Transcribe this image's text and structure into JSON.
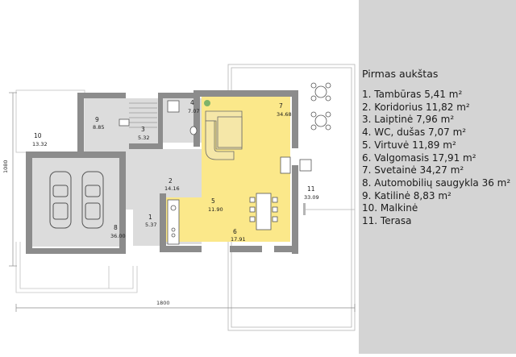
{
  "legend": {
    "title": "Pirmas aukštas",
    "items": [
      "1. Tambūras 5,41 m²",
      "2. Koridorius 11,82 m²",
      "3. Laiptinė 7,96 m²",
      "4. WC, dušas 7,07 m²",
      "5. Virtuvė 11,89 m²",
      "6. Valgomasis 17,91 m²",
      "7. Svetainė 34,27 m²",
      "8. Automobilių saugykla 36 m²",
      "9. Katilinė 8,83 m²",
      "10. Malkinė",
      "11. Terasa"
    ]
  },
  "plan": {
    "rooms": [
      {
        "num": "1",
        "area": "5.37"
      },
      {
        "num": "2",
        "area": "14.16"
      },
      {
        "num": "3",
        "area": "5.32"
      },
      {
        "num": "4",
        "area": "7.07"
      },
      {
        "num": "5",
        "area": "11.90"
      },
      {
        "num": "6",
        "area": "17.91"
      },
      {
        "num": "7",
        "area": "34.68"
      },
      {
        "num": "8",
        "area": "36.00"
      },
      {
        "num": "9",
        "area": "8.85"
      },
      {
        "num": "10",
        "area": "13.32"
      },
      {
        "num": "11",
        "area": "33.09"
      }
    ],
    "dim_width": "1800",
    "dim_height": "1080"
  },
  "colors": {
    "wall": "#8c8c8c",
    "floor_grey": "#dcdcdc",
    "floor_yellow": "#fbe88a",
    "legend_bg": "#d4d4d4"
  }
}
